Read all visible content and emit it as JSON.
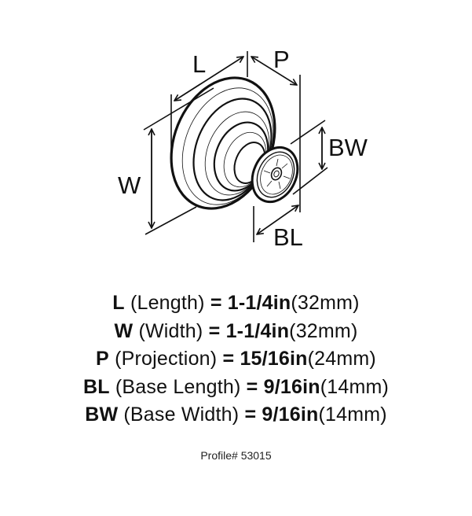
{
  "labels": {
    "L": "L",
    "P": "P",
    "W": "W",
    "BW": "BW",
    "BL": "BL"
  },
  "specs": [
    {
      "code": "L",
      "name": "(Length)",
      "eq": "=",
      "inch": "1-1/4in",
      "mm": "(32mm)"
    },
    {
      "code": "W",
      "name": "(Width)",
      "eq": "=",
      "inch": "1-1/4in",
      "mm": "(32mm)"
    },
    {
      "code": "P",
      "name": "(Projection)",
      "eq": "=",
      "inch": "15/16in",
      "mm": "(24mm)"
    },
    {
      "code": "BL",
      "name": "(Base Length)",
      "eq": "=",
      "inch": "9/16in",
      "mm": "(14mm)"
    },
    {
      "code": "BW",
      "name": "(Base Width)",
      "eq": "=",
      "inch": "9/16in",
      "mm": "(14mm)"
    }
  ],
  "profile": "Profile# 53015"
}
